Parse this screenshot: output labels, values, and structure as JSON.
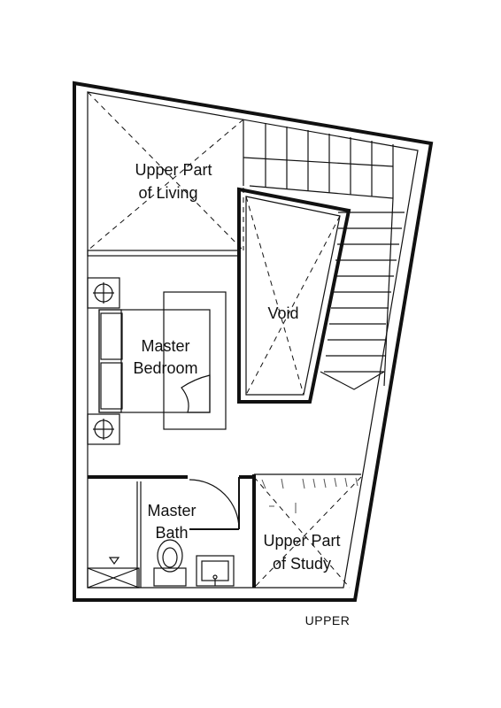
{
  "plan": {
    "rooms": {
      "living": {
        "line1": "Upper Part",
        "line2": "of Living"
      },
      "void": {
        "label": "Void"
      },
      "bedroom": {
        "line1": "Master",
        "line2": "Bedroom"
      },
      "bath": {
        "line1": "Master",
        "line2": "Bath"
      },
      "study": {
        "line1": "Upper Part",
        "line2": "of Study"
      }
    },
    "floor_label": "UPPER"
  }
}
